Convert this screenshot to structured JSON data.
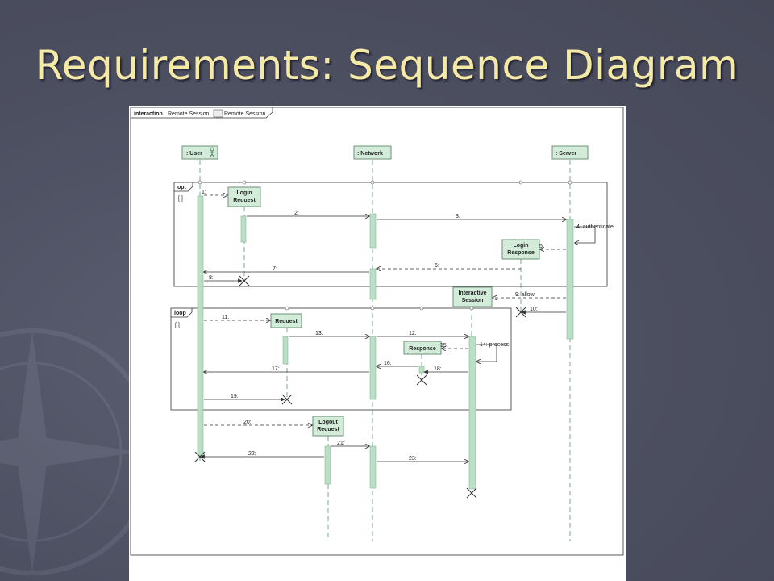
{
  "slide": {
    "title": "Requirements: Sequence Diagram"
  },
  "diagram": {
    "header": {
      "keyword": "interaction",
      "name": "Remote Session",
      "tab_label": "Remote Session"
    },
    "lifelines": [
      {
        "id": "user",
        "label": ": User"
      },
      {
        "id": "network",
        "label": ": Network"
      },
      {
        "id": "server",
        "label": ": Server"
      },
      {
        "id": "login_request",
        "label": "Login Request"
      },
      {
        "id": "login_response",
        "label": "Login Response"
      },
      {
        "id": "interactive_session",
        "label": "Interactive Session"
      },
      {
        "id": "request",
        "label": "Request"
      },
      {
        "id": "response",
        "label": "Response"
      },
      {
        "id": "logout_request",
        "label": "Logout Request"
      }
    ],
    "fragments": [
      {
        "operator": "opt",
        "guard": "[ ]"
      },
      {
        "operator": "loop",
        "guard": "[ ]"
      }
    ],
    "messages": [
      {
        "n": "1",
        "text": "1:"
      },
      {
        "n": "2",
        "text": "2:"
      },
      {
        "n": "3",
        "text": "3:"
      },
      {
        "n": "4",
        "text": "4: authenticate"
      },
      {
        "n": "5",
        "text": "5:"
      },
      {
        "n": "6",
        "text": "6:"
      },
      {
        "n": "7",
        "text": "7:"
      },
      {
        "n": "8",
        "text": "8:"
      },
      {
        "n": "9",
        "text": "9: allow"
      },
      {
        "n": "10",
        "text": "10:"
      },
      {
        "n": "11",
        "text": "11:"
      },
      {
        "n": "12",
        "text": "12:"
      },
      {
        "n": "13",
        "text": "13:"
      },
      {
        "n": "14",
        "text": "14: process"
      },
      {
        "n": "15",
        "text": "15:"
      },
      {
        "n": "16",
        "text": "16:"
      },
      {
        "n": "17",
        "text": "17:"
      },
      {
        "n": "18",
        "text": "18:"
      },
      {
        "n": "19",
        "text": "19:"
      },
      {
        "n": "20",
        "text": "20:"
      },
      {
        "n": "21",
        "text": "21:"
      },
      {
        "n": "22",
        "text": "22:"
      },
      {
        "n": "23",
        "text": "23:"
      }
    ]
  }
}
